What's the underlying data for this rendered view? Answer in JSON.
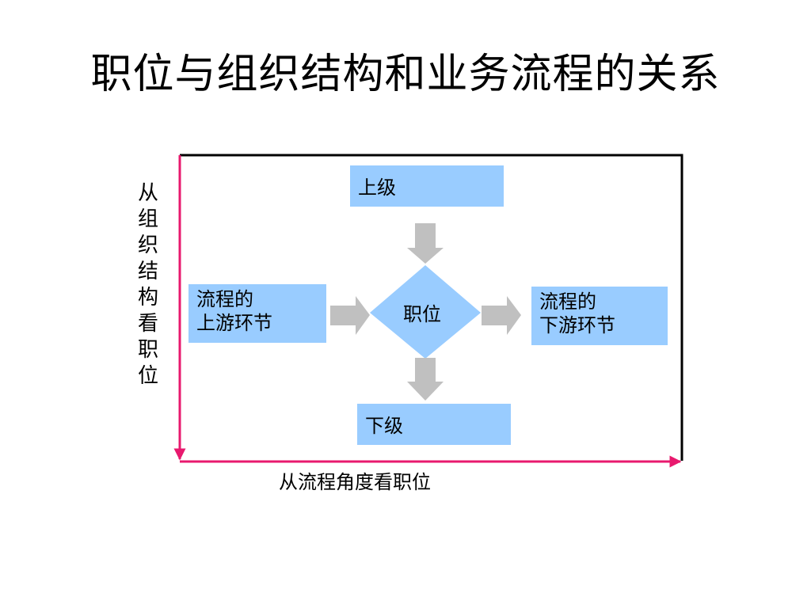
{
  "slide": {
    "title": "职位与组织结构和业务流程的关系"
  },
  "diagram": {
    "superior": "上级",
    "subordinate": "下级",
    "position": "职位",
    "upstream": {
      "line1": "流程的",
      "line2": "上游环节"
    },
    "downstream": {
      "line1": "流程的",
      "line2": "下游环节"
    },
    "vertical_axis_label": "从组织结构看职位",
    "horizontal_axis_label": "从流程角度看职位"
  },
  "colors": {
    "box_fill": "#99ccff",
    "arrow_fill": "#c0c0c0",
    "axis_color": "#e8196e",
    "frame_color": "#000000"
  }
}
